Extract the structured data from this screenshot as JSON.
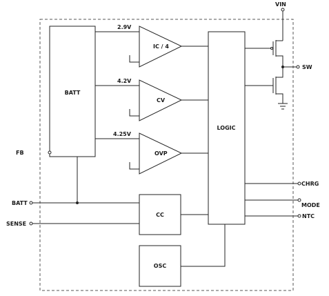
{
  "blocks": {
    "batt": "BATT",
    "logic": "LOGIC",
    "cc": "CC",
    "osc": "OSC"
  },
  "comparators": [
    {
      "label": "IC / 4",
      "ref": "2.9V"
    },
    {
      "label": "CV",
      "ref": "4.2V"
    },
    {
      "label": "OVP",
      "ref": "4.25V"
    }
  ],
  "pins": {
    "vin": "VIN",
    "sw": "SW",
    "fb": "FB",
    "batt": "BATT",
    "sense": "SENSE",
    "chrg": "CHRG",
    "mode": "MODE",
    "ntc": "NTC"
  }
}
